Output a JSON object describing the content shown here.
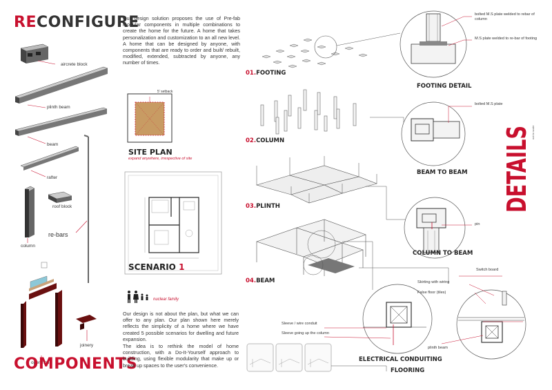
{
  "title": {
    "prefix": "RE",
    "main": "CONFIGURE"
  },
  "components_title": "COMPONENTS",
  "details_title": "DETAILS",
  "details_note": "not to scale",
  "intro_text": "Our design solution proposes the use of Pre-fab modular components in multiple combinations to create the home for the future. A home that takes personalization and customization to an all new level. A home that can be designed by anyone, with components that are ready to order and built/ rebuilt, modified, extended, subtracted by anyone, any number of times.",
  "closing_text_1": "Our design is not about the plan, but what we can offer to any plan. Our plan shown here merely reflects the simplicity of a home where we have created 5 possible scenarios for dwelling and future expansion.",
  "closing_text_2": "The idea is to rethink the model of home construction, with a Do-It-Yourself approach to building, using flexible modularity that make up or break up spaces to the user's convenience.",
  "components": {
    "aircrete_block": "aircrete block",
    "plinth_beam": "plinth beam",
    "beam": "beam",
    "rafter": "rafter",
    "roof_block": "roof block",
    "re_bars": "re-bars",
    "column": "column",
    "openings": "openings",
    "joinery": "joinery"
  },
  "site_plan": {
    "title": "SITE PLAN",
    "subtitle": "expand anywhere, irrespective of site",
    "setback": "5' setback"
  },
  "scenario": {
    "label": "SCENARIO",
    "number": "1",
    "family": "nuclear family"
  },
  "steps": [
    {
      "num": "01.",
      "label": "FOOTING"
    },
    {
      "num": "02.",
      "label": "COLUMN"
    },
    {
      "num": "03.",
      "label": "PLINTH"
    },
    {
      "num": "04.",
      "label": "BEAM"
    }
  ],
  "details": {
    "footing_detail": "FOOTING DETAIL",
    "footing_note_1": "bolted M.S plate welded to rebar of column",
    "footing_note_2": "M.S plate welded to re-bar of footing",
    "beam_to_beam": "BEAM TO BEAM",
    "beam_note": "bolted M.S plate",
    "column_to_beam": "COLUMN TO BEAM",
    "pin": "pin",
    "electrical_conduiting": "ELECTRICAL CONDUITING",
    "flooring": "FLOORING",
    "switch_board": "Switch board",
    "skirting": "Skirting with wiring",
    "false_floor": "False floor (tiles)",
    "sleeve_conduit": "Sleeve / wire conduit",
    "sleeve_column": "Sleeve going up the column",
    "plinth_beam": "plinth beam"
  },
  "colors": {
    "accent": "#c8102e",
    "wood": "#c89b63"
  }
}
